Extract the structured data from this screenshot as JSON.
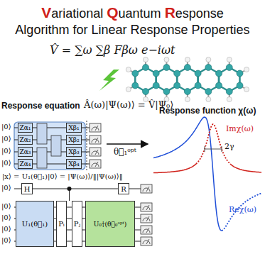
{
  "diagram": {
    "title": "Variational Quantum Response Algorithm for Linear Response Properties",
    "nodes": [
      {
        "text": [
          "Zα₁"
        ]
      },
      {
        "text": [
          "Zα₂"
        ]
      },
      {
        "text": [
          "Zα₃"
        ]
      },
      {
        "text": [
          "Zα₄"
        ]
      },
      {
        "text": [
          "Xβ₁"
        ]
      },
      {
        "text": [
          "Xβ₂"
        ]
      },
      {
        "text": [
          "Xβ₃"
        ]
      },
      {
        "text": [
          "Xβ₄"
        ]
      },
      {
        "text": [
          "H"
        ]
      },
      {
        "text": [
          "R"
        ]
      },
      {
        "text": [
          "U₁(θ⃗₁)"
        ]
      },
      {
        "text": [
          "Pᵢ"
        ]
      },
      {
        "text": [
          "Pⱼ"
        ]
      },
      {
        "text": [
          "U₀†(θ⃗₀ᵒᵖᵗ)"
        ]
      }
    ],
    "labels": [
      "V̂ = ∑ω ∑β Fβω e−iωt",
      "Response equation",
      "Â(ω)|Ψ(ω)⟩ = V̂|Ψ₀⟩",
      "|0⟩",
      "|0⟩",
      "|0⟩",
      "|0⟩",
      "|x⟩ = U₁(θ⃗₁)|0⟩ = |Ψ(ω)⟩/‖|Ψ(ω)⟩‖",
      "|0⟩",
      "|0⟩",
      "|0⟩",
      "|0⟩",
      "|0⟩",
      "θ⃗₁ᵒᵖᵗ",
      "Response function χ(ω)",
      "Imχ(ω)",
      "2γ",
      "Reχ(ω)"
    ]
  }
}
